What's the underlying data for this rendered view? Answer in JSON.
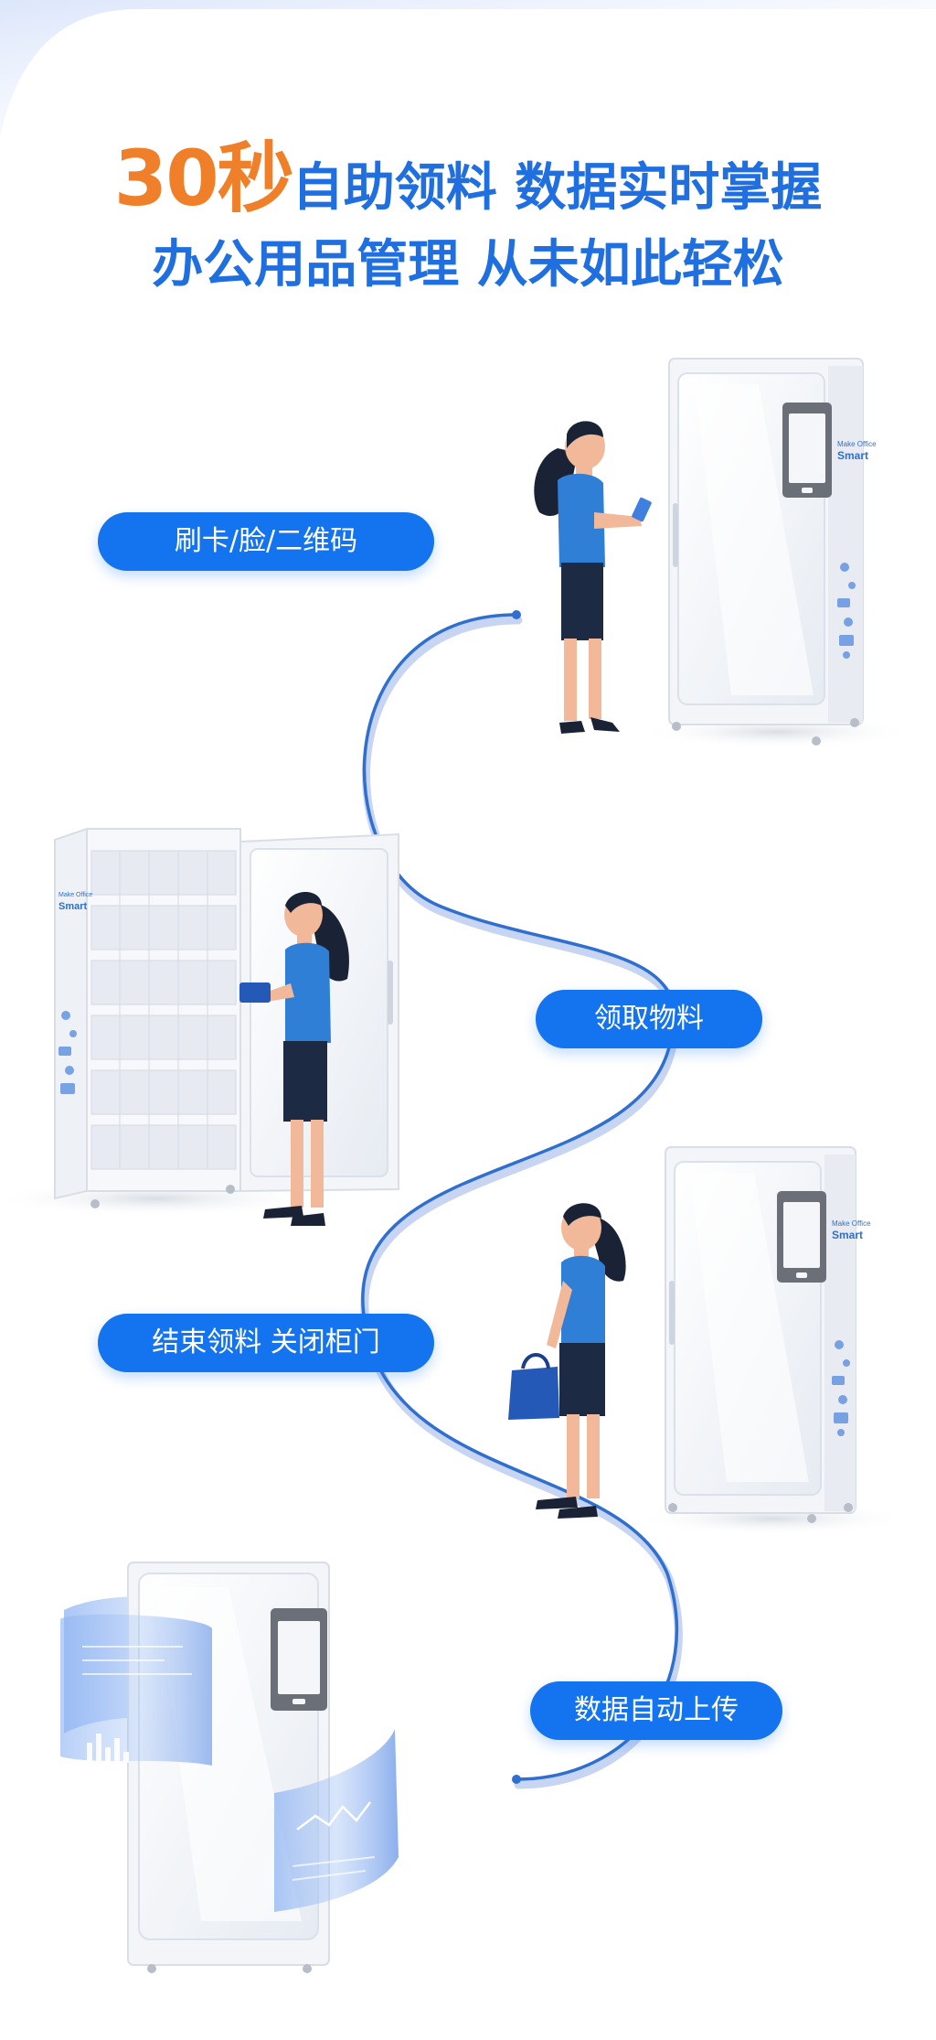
{
  "headline": {
    "line1_highlight": "30秒",
    "line1_rest": "自助领料  数据实时掌握",
    "line2": "办公用品管理  从未如此轻松"
  },
  "steps": [
    {
      "label": "刷卡/脸/二维码"
    },
    {
      "label": "领取物料"
    },
    {
      "label": "结束领料 关闭柜门"
    },
    {
      "label": "数据自动上传"
    }
  ],
  "cabinet_brand": {
    "line1": "Make Office",
    "line2": "Smart"
  },
  "colors": {
    "brand_blue": "#1473ee",
    "headline_blue": "#1f6fe0",
    "highlight_orange": "#f07f2a",
    "path_blue": "#2f6fd0",
    "shirt_blue": "#2f7fd6",
    "shorts_navy": "#1d2a44",
    "hair_dark": "#1a2336",
    "skin": "#f2b89a"
  },
  "icons": [
    "smartphone-icon",
    "screen-panel-icon",
    "bar-chart-icon",
    "line-chart-icon"
  ]
}
